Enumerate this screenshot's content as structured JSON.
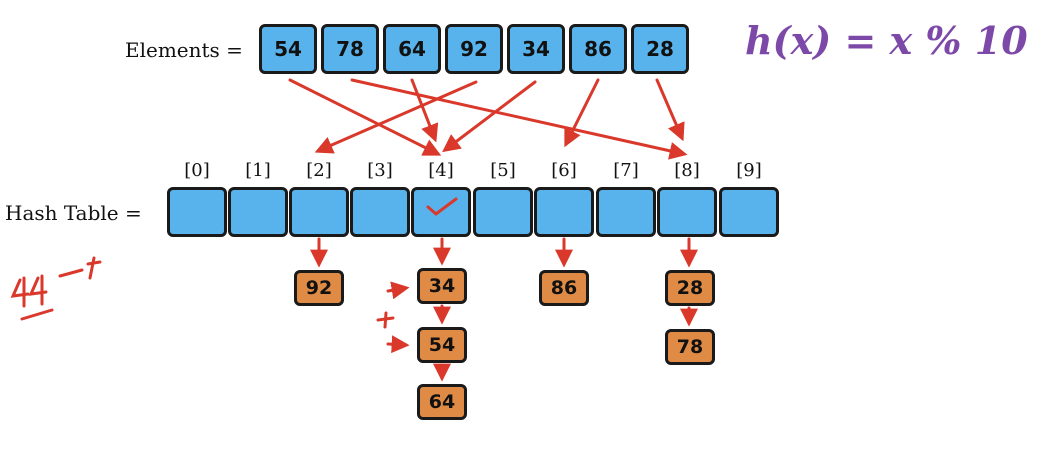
{
  "elements_label": "Elements =",
  "elements": [
    "54",
    "78",
    "64",
    "92",
    "34",
    "86",
    "28"
  ],
  "formula": "h(x) = x % 10",
  "hash_table_label": "Hash Table =",
  "indices": [
    "[0]",
    "[1]",
    "[2]",
    "[3]",
    "[4]",
    "[5]",
    "[6]",
    "[7]",
    "[8]",
    "[9]"
  ],
  "chains": {
    "slot2": [
      "92"
    ],
    "slot4": [
      "34",
      "54",
      "64"
    ],
    "slot6": [
      "86"
    ],
    "slot8": [
      "28",
      "78"
    ]
  },
  "annotations": {
    "handwritten": "44",
    "checkmark_slot": "4"
  },
  "colors": {
    "cell_fill": "#58b3ec",
    "node_fill": "#e08b45",
    "arrow": "#d9382b",
    "formula": "#7d49a8"
  }
}
